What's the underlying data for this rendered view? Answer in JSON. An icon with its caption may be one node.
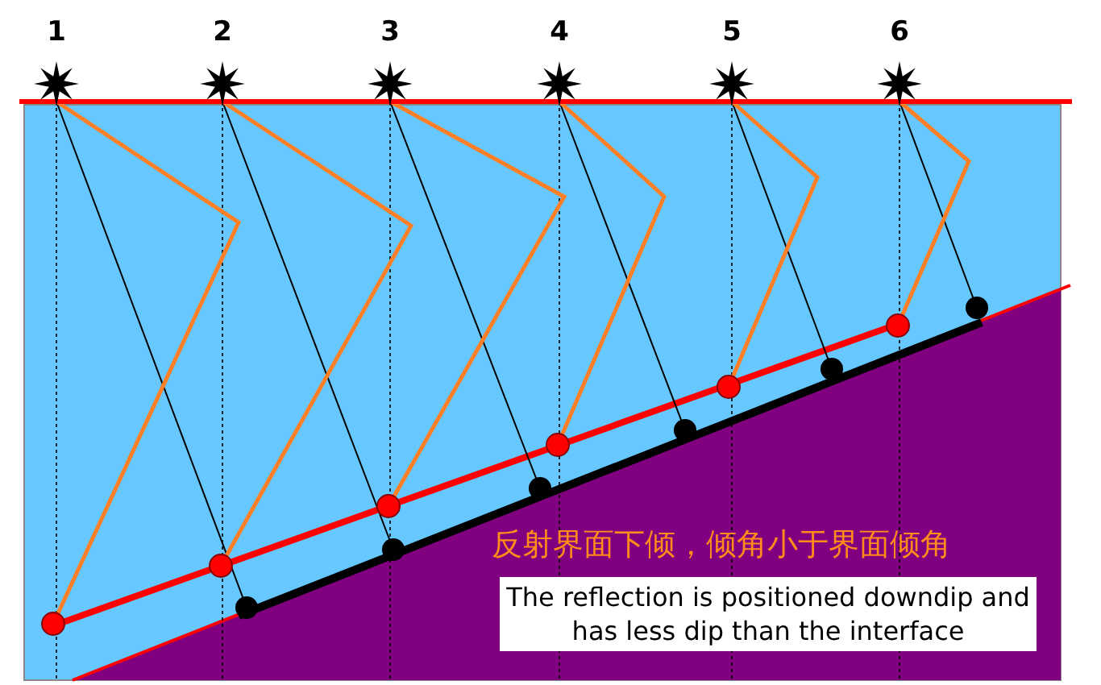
{
  "diagram": {
    "nodes": [
      {
        "text": [
          "The reflection is positioned downdip and has less dip than the interface"
        ]
      }
    ],
    "labels": [
      "1",
      "2",
      "3",
      "4",
      "5",
      "6",
      "反射界面下倾，倾角小于界面倾角"
    ]
  }
}
